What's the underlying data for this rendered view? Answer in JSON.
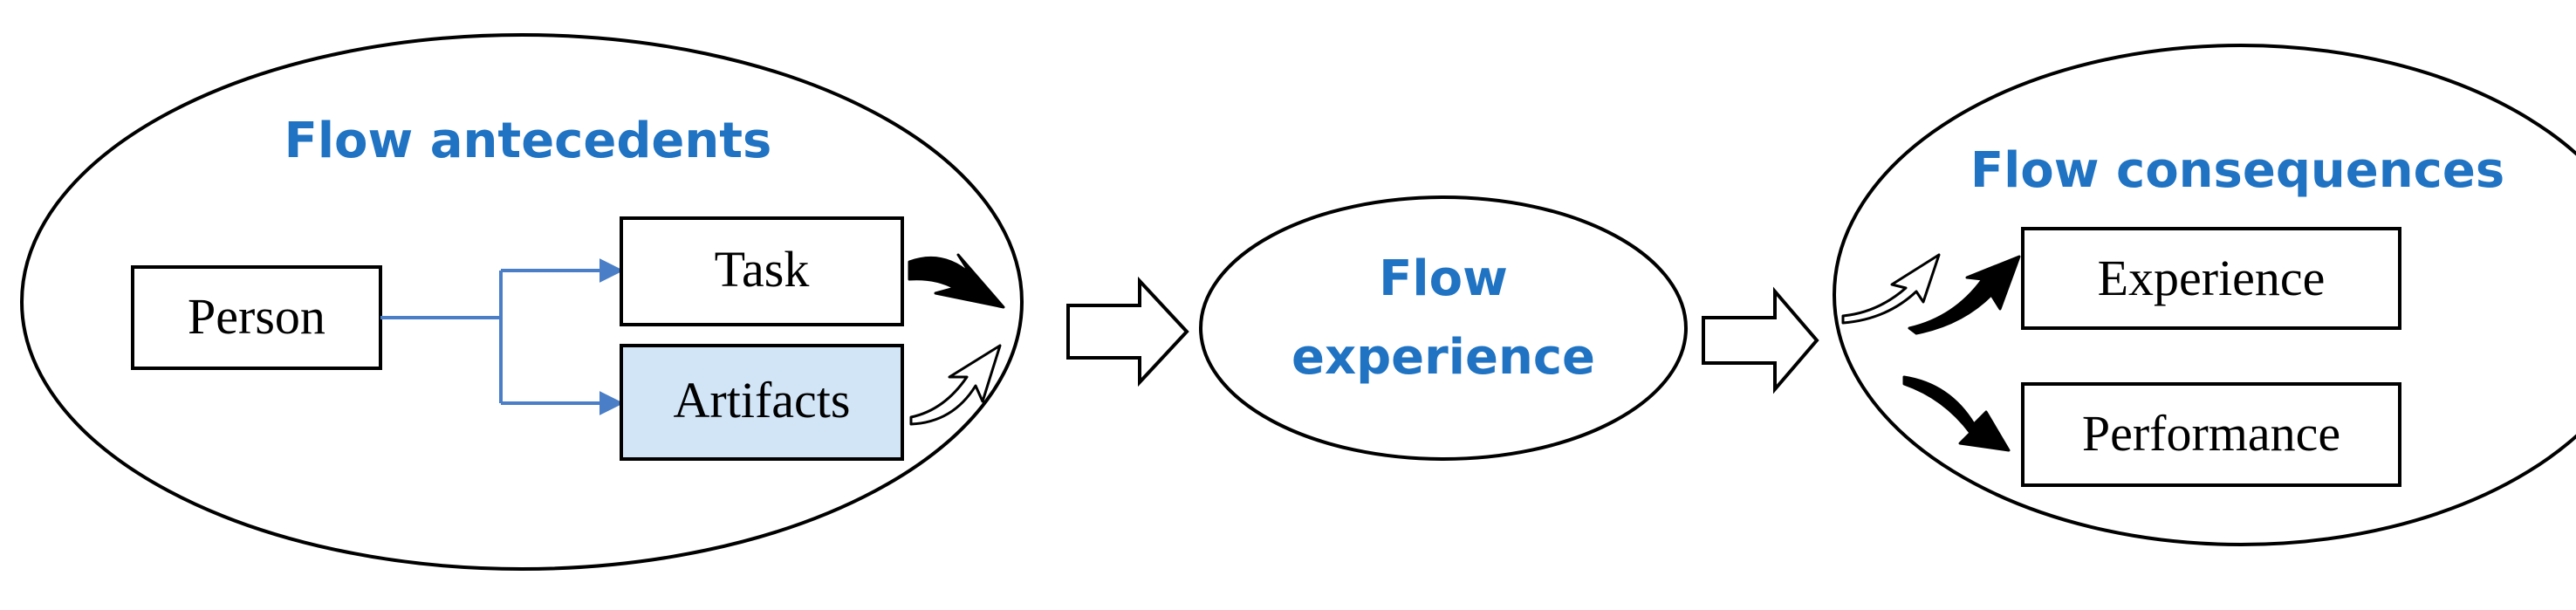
{
  "colors": {
    "heading": "#1F73C2",
    "connector": "#4A7EC7",
    "artifacts_fill": "#D2E5F7",
    "stroke": "#000000",
    "background": "#FFFFFF"
  },
  "antecedents": {
    "title": "Flow antecedents",
    "person": "Person",
    "task": "Task",
    "artifacts": "Artifacts"
  },
  "experience": {
    "line1": "Flow",
    "line2": "experience"
  },
  "consequences": {
    "title": "Flow consequences",
    "experience": "Experience",
    "performance": "Performance"
  },
  "icons": {
    "transition_arrows": "hollow-block-right-arrow",
    "solid_curved": "solid-curved-arrow",
    "hollow_curved": "hollow-curved-arrow"
  }
}
